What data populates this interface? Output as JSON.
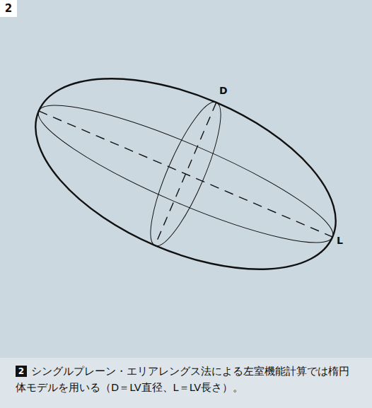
{
  "diagram": {
    "caption": "シングルプレーン・エリアレングス法による左室機能計算では楕円体モデルを用いる（D＝LV直径、L＝LV長さ）。",
    "labels": [
      "2",
      "D",
      "L",
      "2"
    ]
  }
}
